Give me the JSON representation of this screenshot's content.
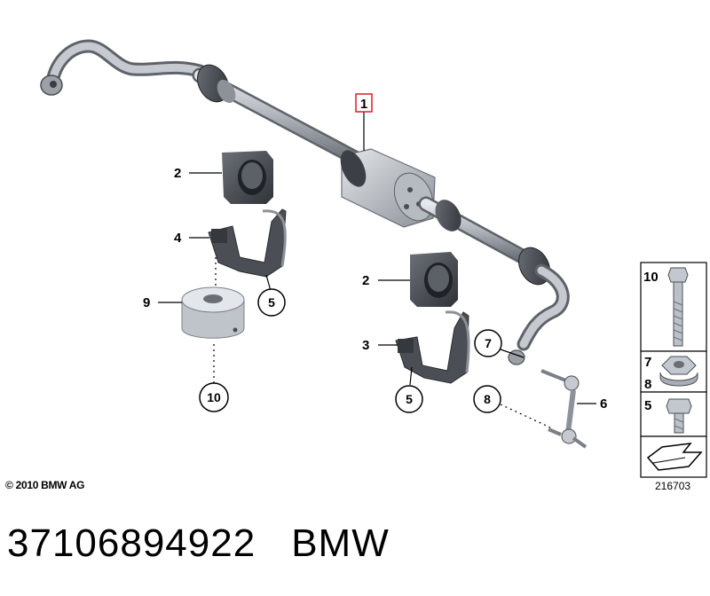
{
  "callouts": {
    "c1": "1",
    "c2a": "2",
    "c2b": "2",
    "c3": "3",
    "c4": "4",
    "c5a": "5",
    "c5b": "5",
    "c6": "6",
    "c7": "7",
    "c8": "8",
    "c9": "9",
    "c10": "10"
  },
  "legend": {
    "bolt_label": "10",
    "nut_label_top": "7",
    "nut_label_bottom": "8",
    "screw_label": "5"
  },
  "copyright": "© 2010 BMW AG",
  "diagram_number": "216703",
  "footer": {
    "part_number": "37106894922",
    "brand": "BMW"
  },
  "colors": {
    "bar": "#a9aeb6",
    "rubber": "#3f4349",
    "housing": "#c3c8cf",
    "callout_box": "#d0202a"
  }
}
